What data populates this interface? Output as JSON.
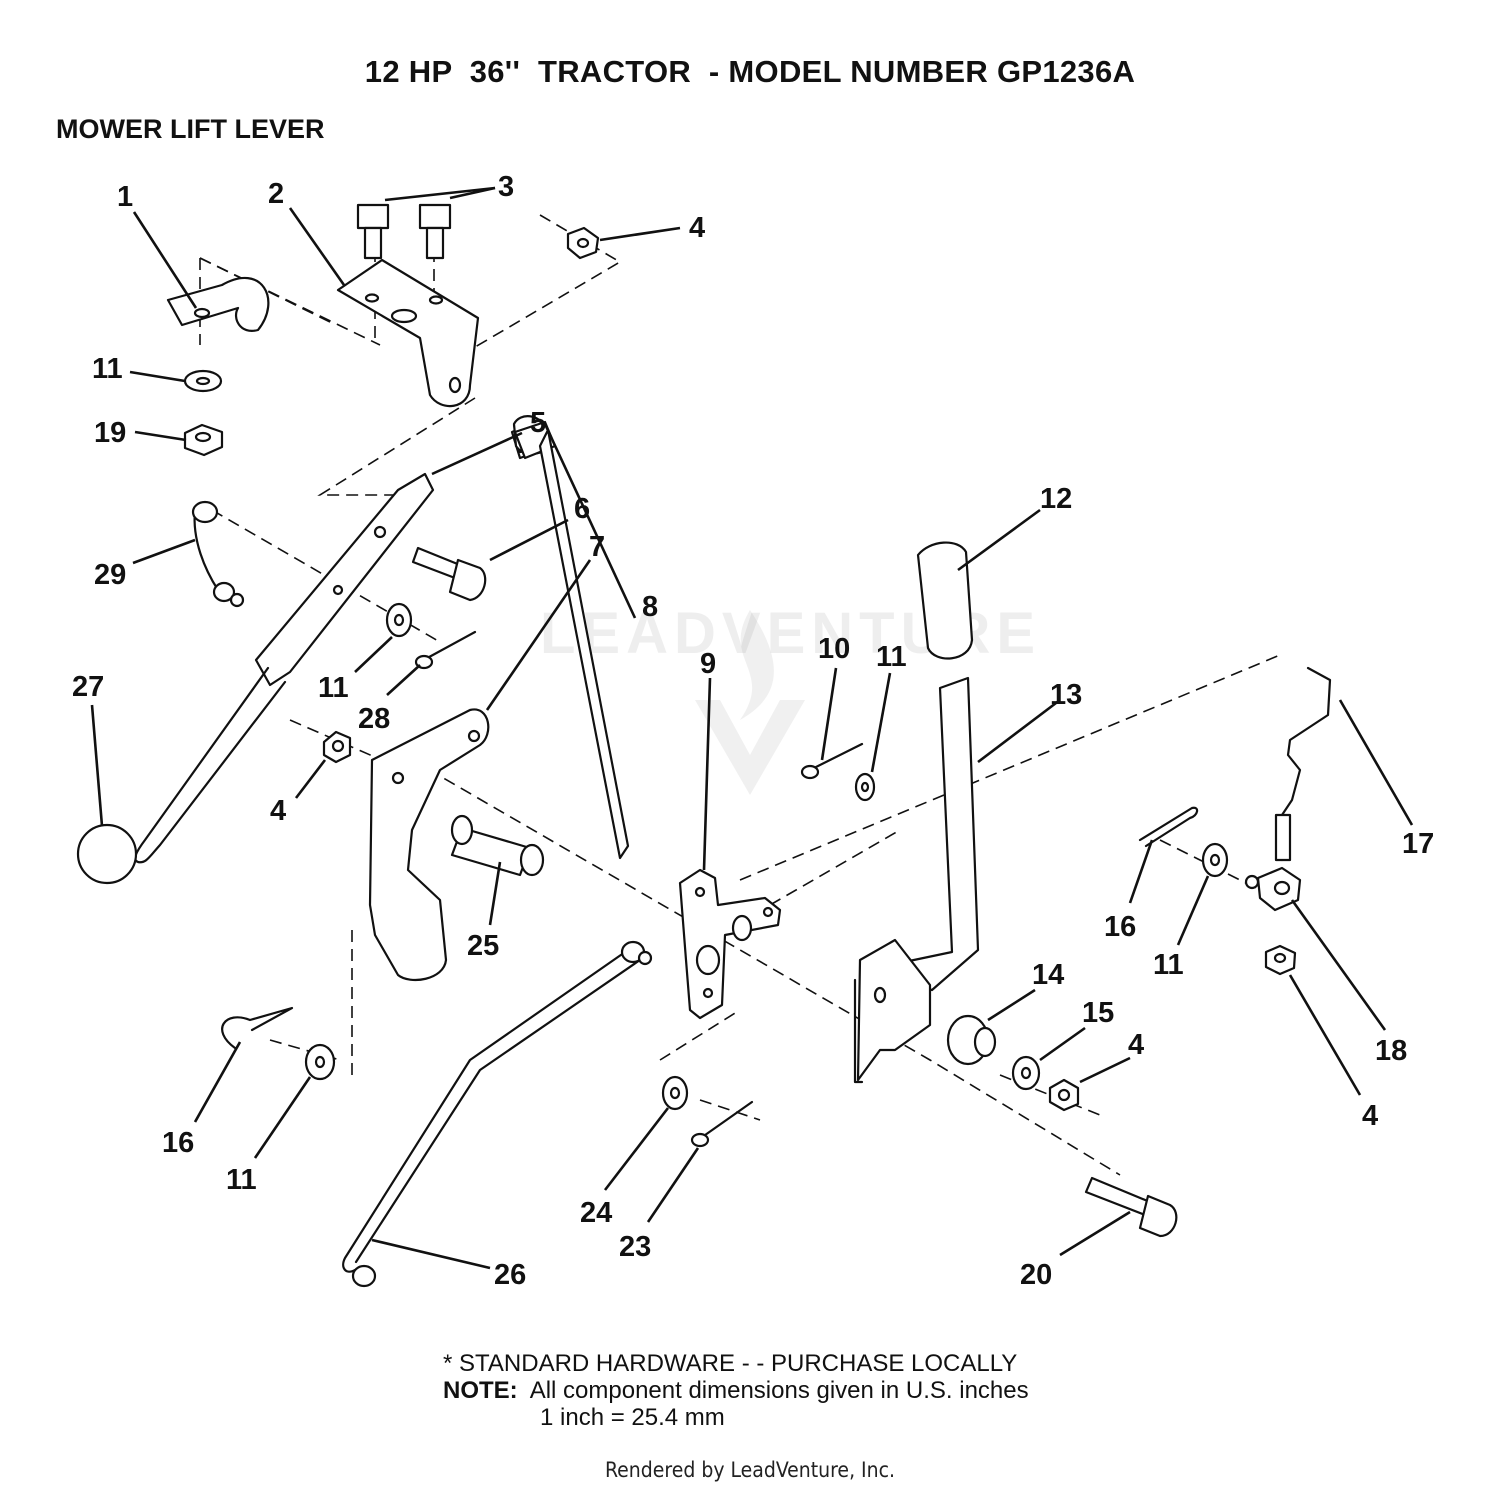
{
  "header": {
    "title": "12 HP  36''  TRACTOR  - MODEL NUMBER GP1236A",
    "subtitle": "MOWER LIFT LEVER"
  },
  "callouts": [
    {
      "label": "1"
    },
    {
      "label": "2"
    },
    {
      "label": "3"
    },
    {
      "label": "4"
    },
    {
      "label": "11"
    },
    {
      "label": "19"
    },
    {
      "label": "5"
    },
    {
      "label": "6"
    },
    {
      "label": "29"
    },
    {
      "label": "7"
    },
    {
      "label": "8"
    },
    {
      "label": "12"
    },
    {
      "label": "27"
    },
    {
      "label": "11"
    },
    {
      "label": "28"
    },
    {
      "label": "9"
    },
    {
      "label": "10"
    },
    {
      "label": "11"
    },
    {
      "label": "13"
    },
    {
      "label": "4"
    },
    {
      "label": "17"
    },
    {
      "label": "16"
    },
    {
      "label": "11"
    },
    {
      "label": "25"
    },
    {
      "label": "14"
    },
    {
      "label": "15"
    },
    {
      "label": "4"
    },
    {
      "label": "18"
    },
    {
      "label": "4"
    },
    {
      "label": "16"
    },
    {
      "label": "11"
    },
    {
      "label": "24"
    },
    {
      "label": "23"
    },
    {
      "label": "26"
    },
    {
      "label": "20"
    }
  ],
  "notes": {
    "standard_hardware": "* STANDARD HARDWARE - - PURCHASE LOCALLY",
    "note_label": "NOTE:",
    "note_text": "All component dimensions given in U.S. inches",
    "conversion": "1 inch = 25.4 mm"
  },
  "watermark": "LEADVENTURE",
  "footer": "Rendered by LeadVenture, Inc."
}
